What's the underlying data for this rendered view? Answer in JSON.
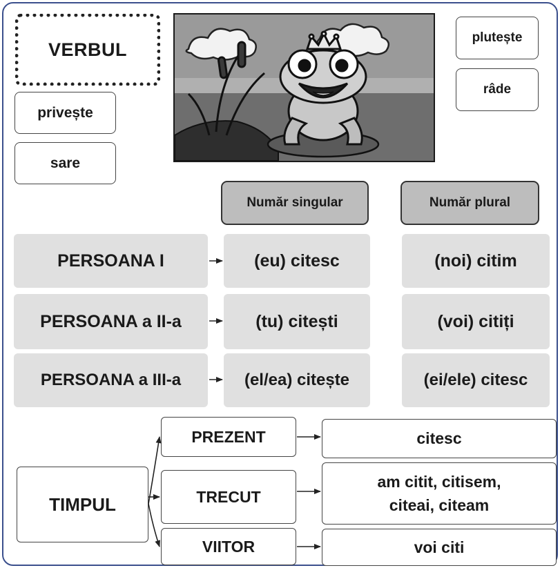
{
  "title": "VERBUL",
  "words": {
    "priveste": "privește",
    "sare": "sare",
    "pluteste": "plutește",
    "rade": "râde"
  },
  "illustration": {
    "icon": "frog-prince-icon"
  },
  "table": {
    "headers": {
      "singular": "Număr singular",
      "plural": "Număr plural"
    },
    "rows": [
      {
        "persoana": "PERSOANA I",
        "singular": "(eu) citesc",
        "plural": "(noi) citim"
      },
      {
        "persoana": "PERSOANA a II-a",
        "singular": "(tu) citești",
        "plural": "(voi) citiți"
      },
      {
        "persoana": "PERSOANA a III-a",
        "singular": "(el/ea) citește",
        "plural": "(ei/ele) citesc"
      }
    ]
  },
  "timpul": {
    "label": "TIMPUL",
    "tenses": [
      {
        "name": "PREZENT",
        "example_line1": "citesc",
        "example_line2": ""
      },
      {
        "name": "TRECUT",
        "example_line1": "am citit, citisem,",
        "example_line2": "citeai, citeam"
      },
      {
        "name": "VIITOR",
        "example_line1": "voi citi",
        "example_line2": ""
      }
    ]
  }
}
